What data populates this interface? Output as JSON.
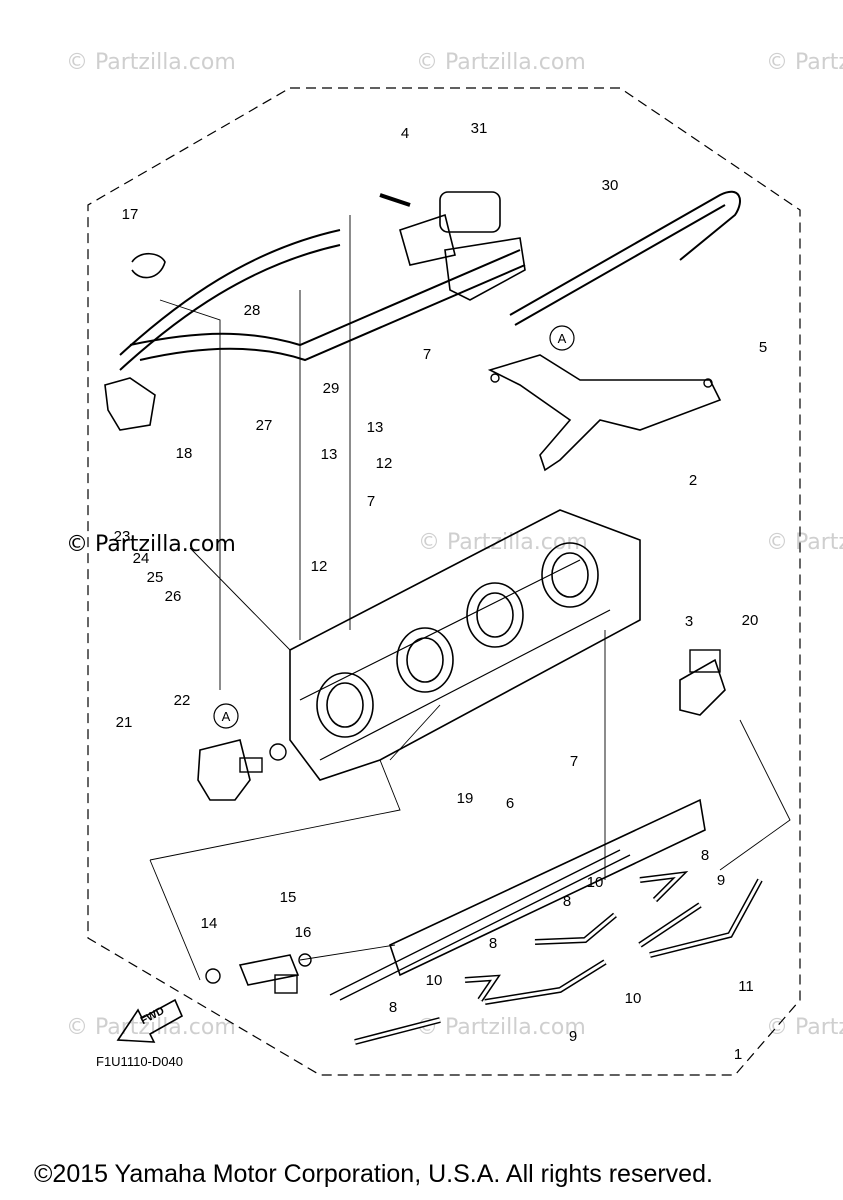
{
  "watermarks": [
    {
      "id": "top-left",
      "text": "© Partzilla.com"
    },
    {
      "id": "top-center",
      "text": "© Partzilla.com"
    },
    {
      "id": "top-right",
      "text": "© Partz"
    },
    {
      "id": "mid-right",
      "text": "© Partz"
    },
    {
      "id": "mid-center",
      "text": "© Partzilla.com"
    },
    {
      "id": "bottom-left",
      "text": "© Partzilla.com"
    },
    {
      "id": "bottom-center",
      "text": "© Partzilla.com"
    },
    {
      "id": "bottom-right",
      "text": "© Partz"
    }
  ],
  "watermark_main": "© Partzilla.com",
  "fwd_label": "FWD",
  "diagram_code": "F1U1110-D040",
  "copyright": "©2015 Yamaha Motor Corporation, U.S.A. All rights reserved.",
  "callouts": [
    "4",
    "31",
    "30",
    "17",
    "28",
    "29",
    "27",
    "18",
    "7",
    "5",
    "13",
    "12",
    "13",
    "7",
    "12",
    "2",
    "23",
    "24",
    "25",
    "26",
    "3",
    "20",
    "22",
    "21",
    "7",
    "19",
    "6",
    "8",
    "10",
    "9",
    "15",
    "16",
    "14",
    "8",
    "8",
    "10",
    "10",
    "11",
    "8",
    "9",
    "1"
  ],
  "ref_marker": "A"
}
